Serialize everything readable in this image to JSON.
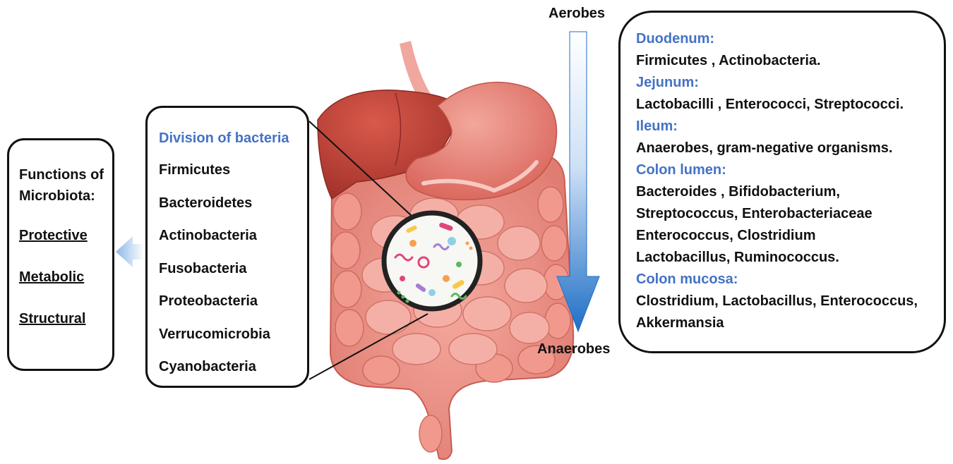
{
  "functions": {
    "heading": "Functions of Microbiota:",
    "items": [
      "Protective",
      "Metabolic",
      "Structural"
    ]
  },
  "division": {
    "heading": "Division of bacteria",
    "items": [
      "Firmicutes",
      "Bacteroidetes",
      "Actinobacteria",
      "Fusobacteria",
      "Proteobacteria",
      "Verrucomicrobia",
      "Cyanobacteria"
    ]
  },
  "gradient": {
    "top_label": "Aerobes",
    "bottom_label": "Anaerobes",
    "colors": {
      "top": "#ffffff",
      "bottom": "#1f6fc6"
    }
  },
  "regions": [
    {
      "title": "Duodenum:",
      "lines": [
        "Firmicutes , Actinobacteria."
      ]
    },
    {
      "title": "Jejunum:",
      "lines": [
        "Lactobacilli , Enterococci, Streptococci."
      ]
    },
    {
      "title": "Ileum:",
      "lines": [
        "Anaerobes, gram-negative organisms."
      ]
    },
    {
      "title": "Colon lumen:",
      "lines": [
        "Bacteroides , Bifidobacterium,",
        "Streptococcus, Enterobacteriaceae",
        "Enterococcus, Clostridium",
        "Lactobacillus, Ruminococcus."
      ]
    },
    {
      "title": "Colon mucosa:",
      "lines": [
        "Clostridium, Lactobacillus, Enterococcus,",
        "Akkermansia"
      ]
    }
  ],
  "colors": {
    "heading_blue": "#4472c4",
    "organ_pink": "#e8877d",
    "liver": "#c1463c",
    "pointer_arrow": "#9cc3ea"
  }
}
